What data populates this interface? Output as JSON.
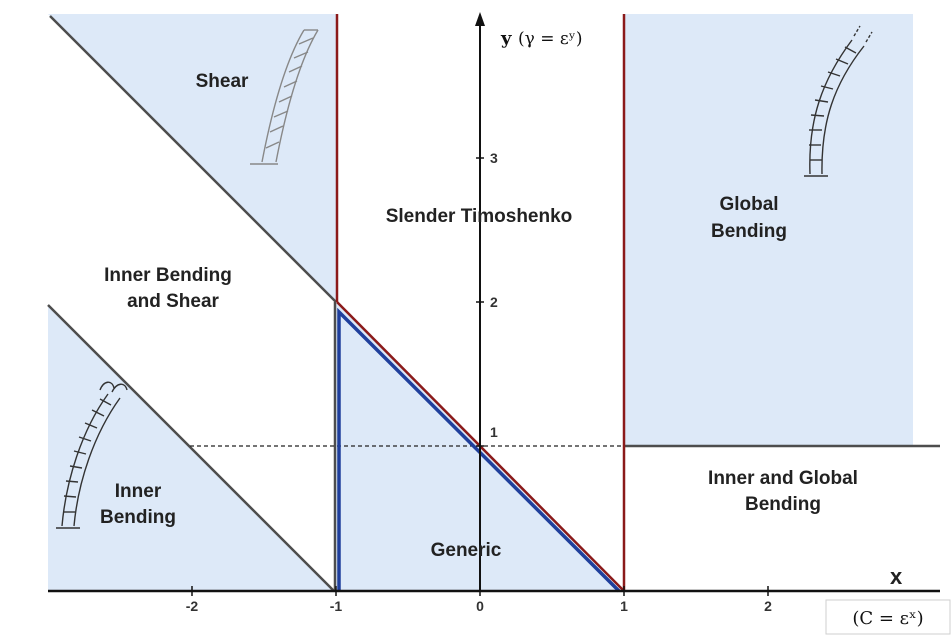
{
  "diagram": {
    "type": "regime_map",
    "x_axis": {
      "name": "x",
      "label": "(C = εˣ)",
      "ticks": [
        "-2",
        "-1",
        "0",
        "1",
        "2"
      ]
    },
    "y_axis": {
      "label_prefix": "y",
      "label_math": "(γ = εʸ)",
      "ticks": [
        "1",
        "2",
        "3"
      ]
    },
    "regions": {
      "shear": "Shear",
      "inner_bending_shear_line1": "Inner Bending",
      "inner_bending_shear_line2": "and Shear",
      "inner_bending_line1": "Inner",
      "inner_bending_line2": "Bending",
      "slender_timoshenko": "Slender Timoshenko",
      "generic": "Generic",
      "global_bending_line1": "Global",
      "global_bending_line2": "Bending",
      "inner_global_line1": "Inner and Global",
      "inner_global_line2": "Bending"
    },
    "colors": {
      "region_fill": "#dde9f8",
      "boundary_red": "#8b1a1a",
      "boundary_blue": "#1f3f9c",
      "boundary_gray": "#4d4d4d",
      "axis": "#111111"
    },
    "icons": [
      "beam-shear-icon",
      "beam-global-bending-icon",
      "beam-inner-bending-icon"
    ]
  }
}
